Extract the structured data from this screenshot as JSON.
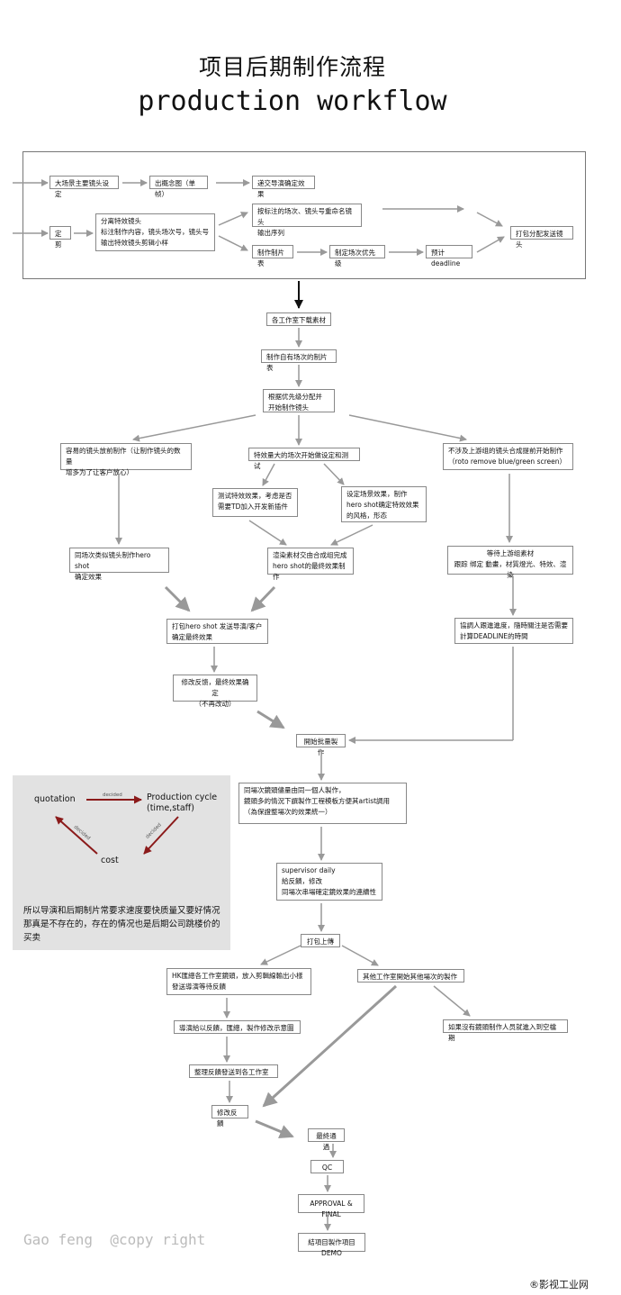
{
  "title": {
    "cn": "项目后期制作流程",
    "en": "production workflow"
  },
  "boxes": {
    "b_scene": "大场景主要镜头设定",
    "b_concept": "出概念图（单帧）",
    "b_director": "递交导演确定效果",
    "b_final_cut": "定剪",
    "b_split": "分离特效镜头\n标注制作内容，镜头场次号，镜头号\n输出特效镜头剪辑小样",
    "b_rename": "按标注的场次、镜头号重命名镜头\n输出序列",
    "b_sheet": "制作制片表",
    "b_priority": "制定场次优先级",
    "b_deadline": "预计deadline",
    "b_pack_send": "打包分配发送镜头",
    "b_download": "各工作室下载素材",
    "b_own_sheet": "制作自有场次的制片表",
    "b_assign": "根据优先级分配并\n开始制作镜头",
    "b_easy": "容易的镜头放前制作（让制作镜头的数量\n增多为了让客户放心）",
    "b_big": "特效量大的场次开始做设定和测试",
    "b_upstream": "不涉及上游组的镜头合成提前开始制作\n（roto  remove  blue/green screen）",
    "b_test": "测试特效效果，考虑是否\n需要TD加入开发新插件",
    "b_scene_fx": "设定场景效果，制作\nhero shot确定特效效果\n的风格，形态",
    "b_similar": "同场次类似镜头制作hero shot\n确定效果",
    "b_render": "渲染素材交由合成组完成\nhero shot的最终效果制作",
    "b_wait": "等待上游组素材\n跟踪 绑定 動畫，材質燈光、特效、渲染",
    "b_coord": "協調人跟進進度，隨時關注是否需要\n計算DEADLINE的時間",
    "b_pack_hero": "打包hero shot 发送导演/客户\n确定最终效果",
    "b_revise": "修改反馈，最终效果确定\n（不再改动）",
    "b_batch": "開始批量製作",
    "b_same": "同場次鏡頭儘量由同一個人製作，\n鏡頭多的情況下譔製作工程模板方便其artist調用\n（為保證整場次的效果統一）",
    "b_sup": "supervisor daily\n給反饋，修改\n同場次串場確定鏡效果的連續性",
    "b_upload": "打包上傳",
    "b_hk": "HK匯總各工作室鏡頭，放入剪輯線輸出小樣\n發送導演等待反饋",
    "b_other": "其他工作室開始其他場次的製作",
    "b_idle": "如果沒有鏡頭制作人员就進入到空檔期",
    "b_dir_fb": "導演給以反饋，匯總，製作修改示意圖",
    "b_organize": "整理反饋發送到各工作室",
    "b_mod_fb": "修改反饋",
    "b_final_check": "最終通過",
    "b_qc": "QC",
    "b_approval": "APPROVAL & FINAL",
    "b_demo": "結項目製作項目DEMO"
  },
  "cycle": {
    "quotation": "quotation",
    "production": "Production cycle\n(time,staff)",
    "cost": "cost",
    "decided_top": "decided",
    "decided_left": "decided",
    "decided_right": "decided",
    "arrow_color": "#8b1a1a"
  },
  "note": "所以导演和后期制片常要求速度要快质量又要好情况那真是不存在的，存在的情况也是后期公司跳楼价的买卖",
  "credit": "Gao feng  @copy right",
  "watermark": "®影视工业网",
  "colors": {
    "arrow": "#999999",
    "dark_arrow": "#111111",
    "panel": "#e2e2e2"
  }
}
